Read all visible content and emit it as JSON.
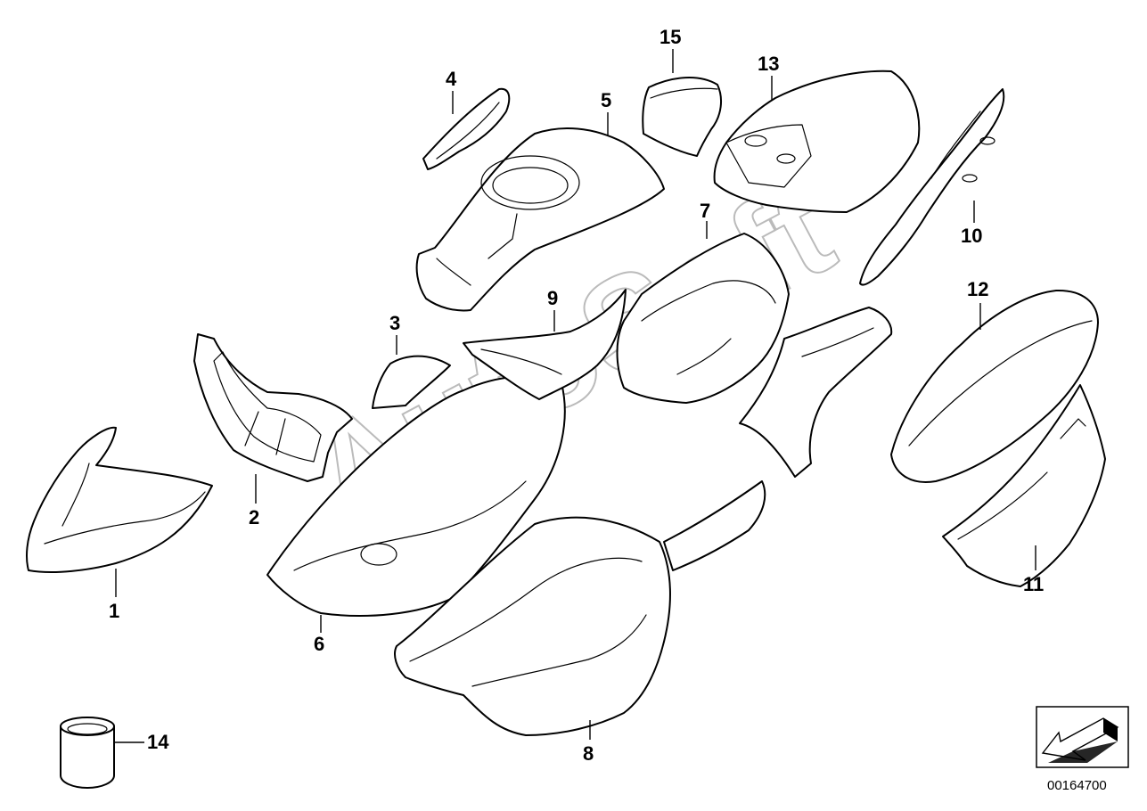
{
  "watermark": "AutoSoft",
  "diagram_number": "00164700",
  "callouts": {
    "p1": "1",
    "p2": "2",
    "p3": "3",
    "p4": "4",
    "p5": "5",
    "p6": "6",
    "p7": "7",
    "p8": "8",
    "p9": "9",
    "p10": "10",
    "p11": "11",
    "p12": "12",
    "p13": "13",
    "p14": "14",
    "p15": "15"
  },
  "icons": {
    "orientation": "direction-arrow-icon"
  }
}
